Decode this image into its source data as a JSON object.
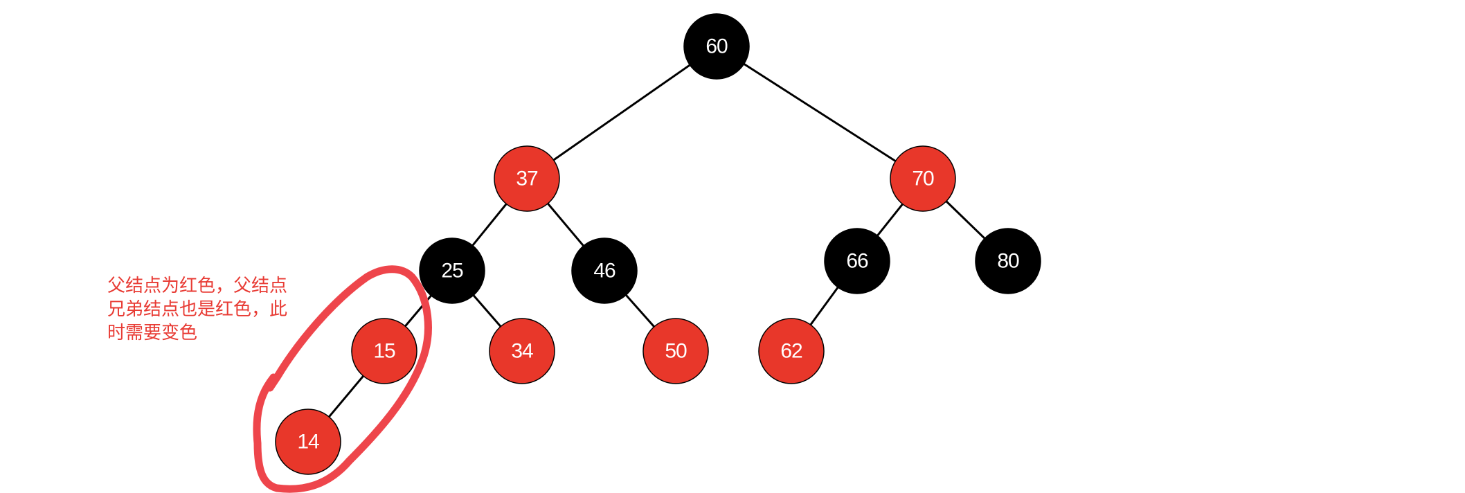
{
  "colors": {
    "red_node": "#e8372a",
    "black_node": "#000000",
    "edge": "#000000",
    "node_text": "#ffffff",
    "annotation": "#e83b34",
    "scribble": "#ee454b"
  },
  "tree": {
    "nodes": [
      {
        "id": "n60",
        "label": "60",
        "color": "black"
      },
      {
        "id": "n37",
        "label": "37",
        "color": "red"
      },
      {
        "id": "n70",
        "label": "70",
        "color": "red"
      },
      {
        "id": "n25",
        "label": "25",
        "color": "black"
      },
      {
        "id": "n46",
        "label": "46",
        "color": "black"
      },
      {
        "id": "n66",
        "label": "66",
        "color": "black"
      },
      {
        "id": "n80",
        "label": "80",
        "color": "black"
      },
      {
        "id": "n15",
        "label": "15",
        "color": "red"
      },
      {
        "id": "n34",
        "label": "34",
        "color": "red"
      },
      {
        "id": "n50",
        "label": "50",
        "color": "red"
      },
      {
        "id": "n62",
        "label": "62",
        "color": "red"
      },
      {
        "id": "n14",
        "label": "14",
        "color": "red"
      }
    ],
    "edges": [
      [
        "n60",
        "n37"
      ],
      [
        "n60",
        "n70"
      ],
      [
        "n37",
        "n25"
      ],
      [
        "n37",
        "n46"
      ],
      [
        "n70",
        "n66"
      ],
      [
        "n70",
        "n80"
      ],
      [
        "n25",
        "n15"
      ],
      [
        "n25",
        "n34"
      ],
      [
        "n46",
        "n50"
      ],
      [
        "n66",
        "n62"
      ],
      [
        "n15",
        "n14"
      ]
    ]
  },
  "annotation": {
    "lines": [
      "父结点为红色，父结点",
      "兄弟结点也是红色，此",
      "时需要变色"
    ]
  }
}
